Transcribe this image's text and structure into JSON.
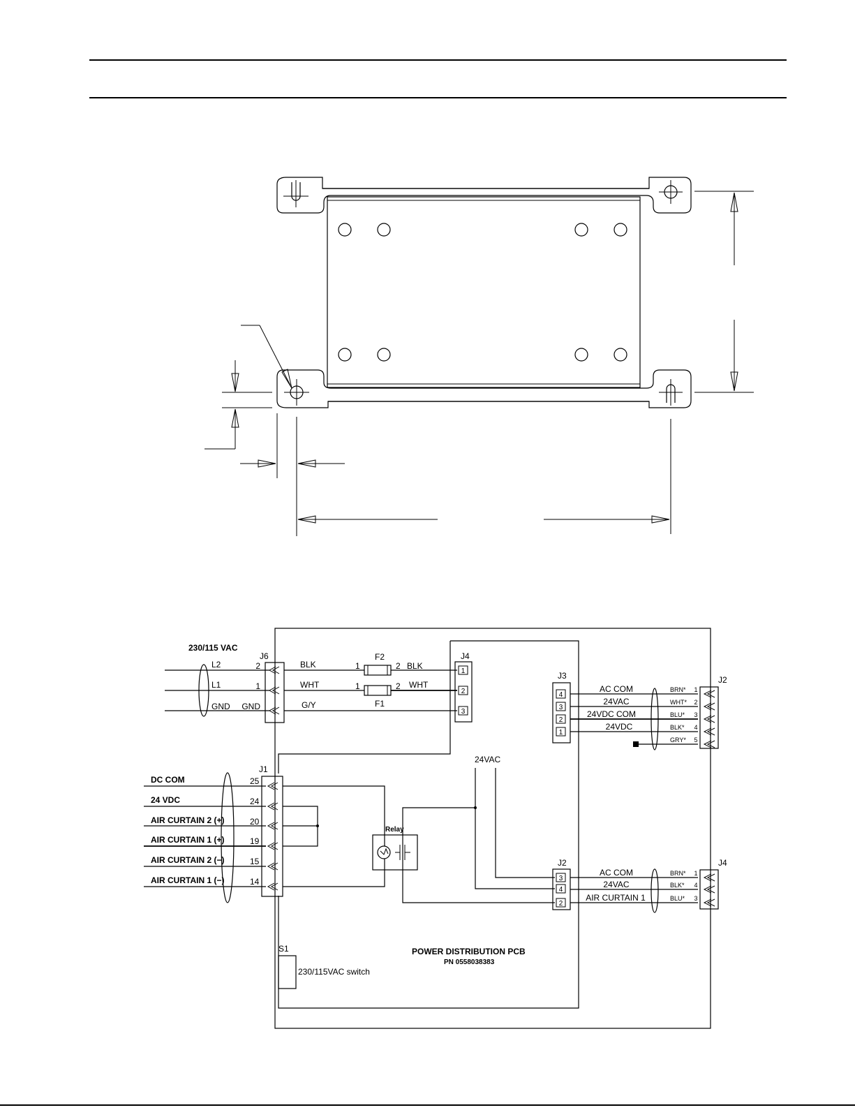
{
  "schematic": {
    "supply": "230/115 VAC",
    "supply_lines": [
      {
        "label": "L2",
        "pin": "2",
        "wire": "BLK"
      },
      {
        "label": "L1",
        "pin": "1",
        "wire": "WHT"
      },
      {
        "label": "GND",
        "pin": "GND",
        "wire": "G/Y"
      }
    ],
    "connectors": {
      "j6": "J6",
      "j4_top": "J4",
      "j3": "J3",
      "j2_right": "J2",
      "j1": "J1",
      "j2_mid": "J2",
      "j4_right": "J4",
      "s1": "S1"
    },
    "fuses": {
      "f1": "F1",
      "f2": "F2",
      "f2_in_pin": "1",
      "f2_out_pin": "2",
      "f2_out_wire": "BLK",
      "f1_in_pin": "1",
      "f1_out_pin": "2",
      "f1_out_wire": "WHT"
    },
    "j4_top_pins": [
      "1",
      "2",
      "3"
    ],
    "j3_pins": [
      "4",
      "3",
      "2",
      "1"
    ],
    "j3_signals": [
      "AC COM",
      "24VAC",
      "24VDC COM",
      "24VDC"
    ],
    "j2_right_wires": [
      {
        "color": "BRN*",
        "pin": "1"
      },
      {
        "color": "WHT*",
        "pin": "2"
      },
      {
        "color": "BLU*",
        "pin": "3"
      },
      {
        "color": "BLK*",
        "pin": "4"
      },
      {
        "color": "GRY*",
        "pin": "5"
      }
    ],
    "j1_lines": [
      {
        "label": "DC COM",
        "pin": "25"
      },
      {
        "label": "24 VDC",
        "pin": "24"
      },
      {
        "label": "AIR CURTAIN 2 (+)",
        "pin": "20"
      },
      {
        "label": "AIR CURTAIN 1 (+)",
        "pin": "19"
      },
      {
        "label": "AIR CURTAIN 2 (−)",
        "pin": "15"
      },
      {
        "label": "AIR CURTAIN 1 (−)",
        "pin": "14"
      }
    ],
    "relay": "Relay",
    "vac_label": "24VAC",
    "j2_mid_pins": [
      "3",
      "4",
      "2"
    ],
    "j2_mid_signals": [
      "AC COM",
      "24VAC",
      "AIR CURTAIN 1"
    ],
    "j4_right_wires": [
      {
        "color": "BRN*",
        "pin": "1"
      },
      {
        "color": "BLK*",
        "pin": "4"
      },
      {
        "color": "BLU*",
        "pin": "3"
      }
    ],
    "switch_label": "230/115VAC switch",
    "pcb_title": "POWER DISTRIBUTION PCB",
    "pcb_pn": "PN 0558038383"
  }
}
